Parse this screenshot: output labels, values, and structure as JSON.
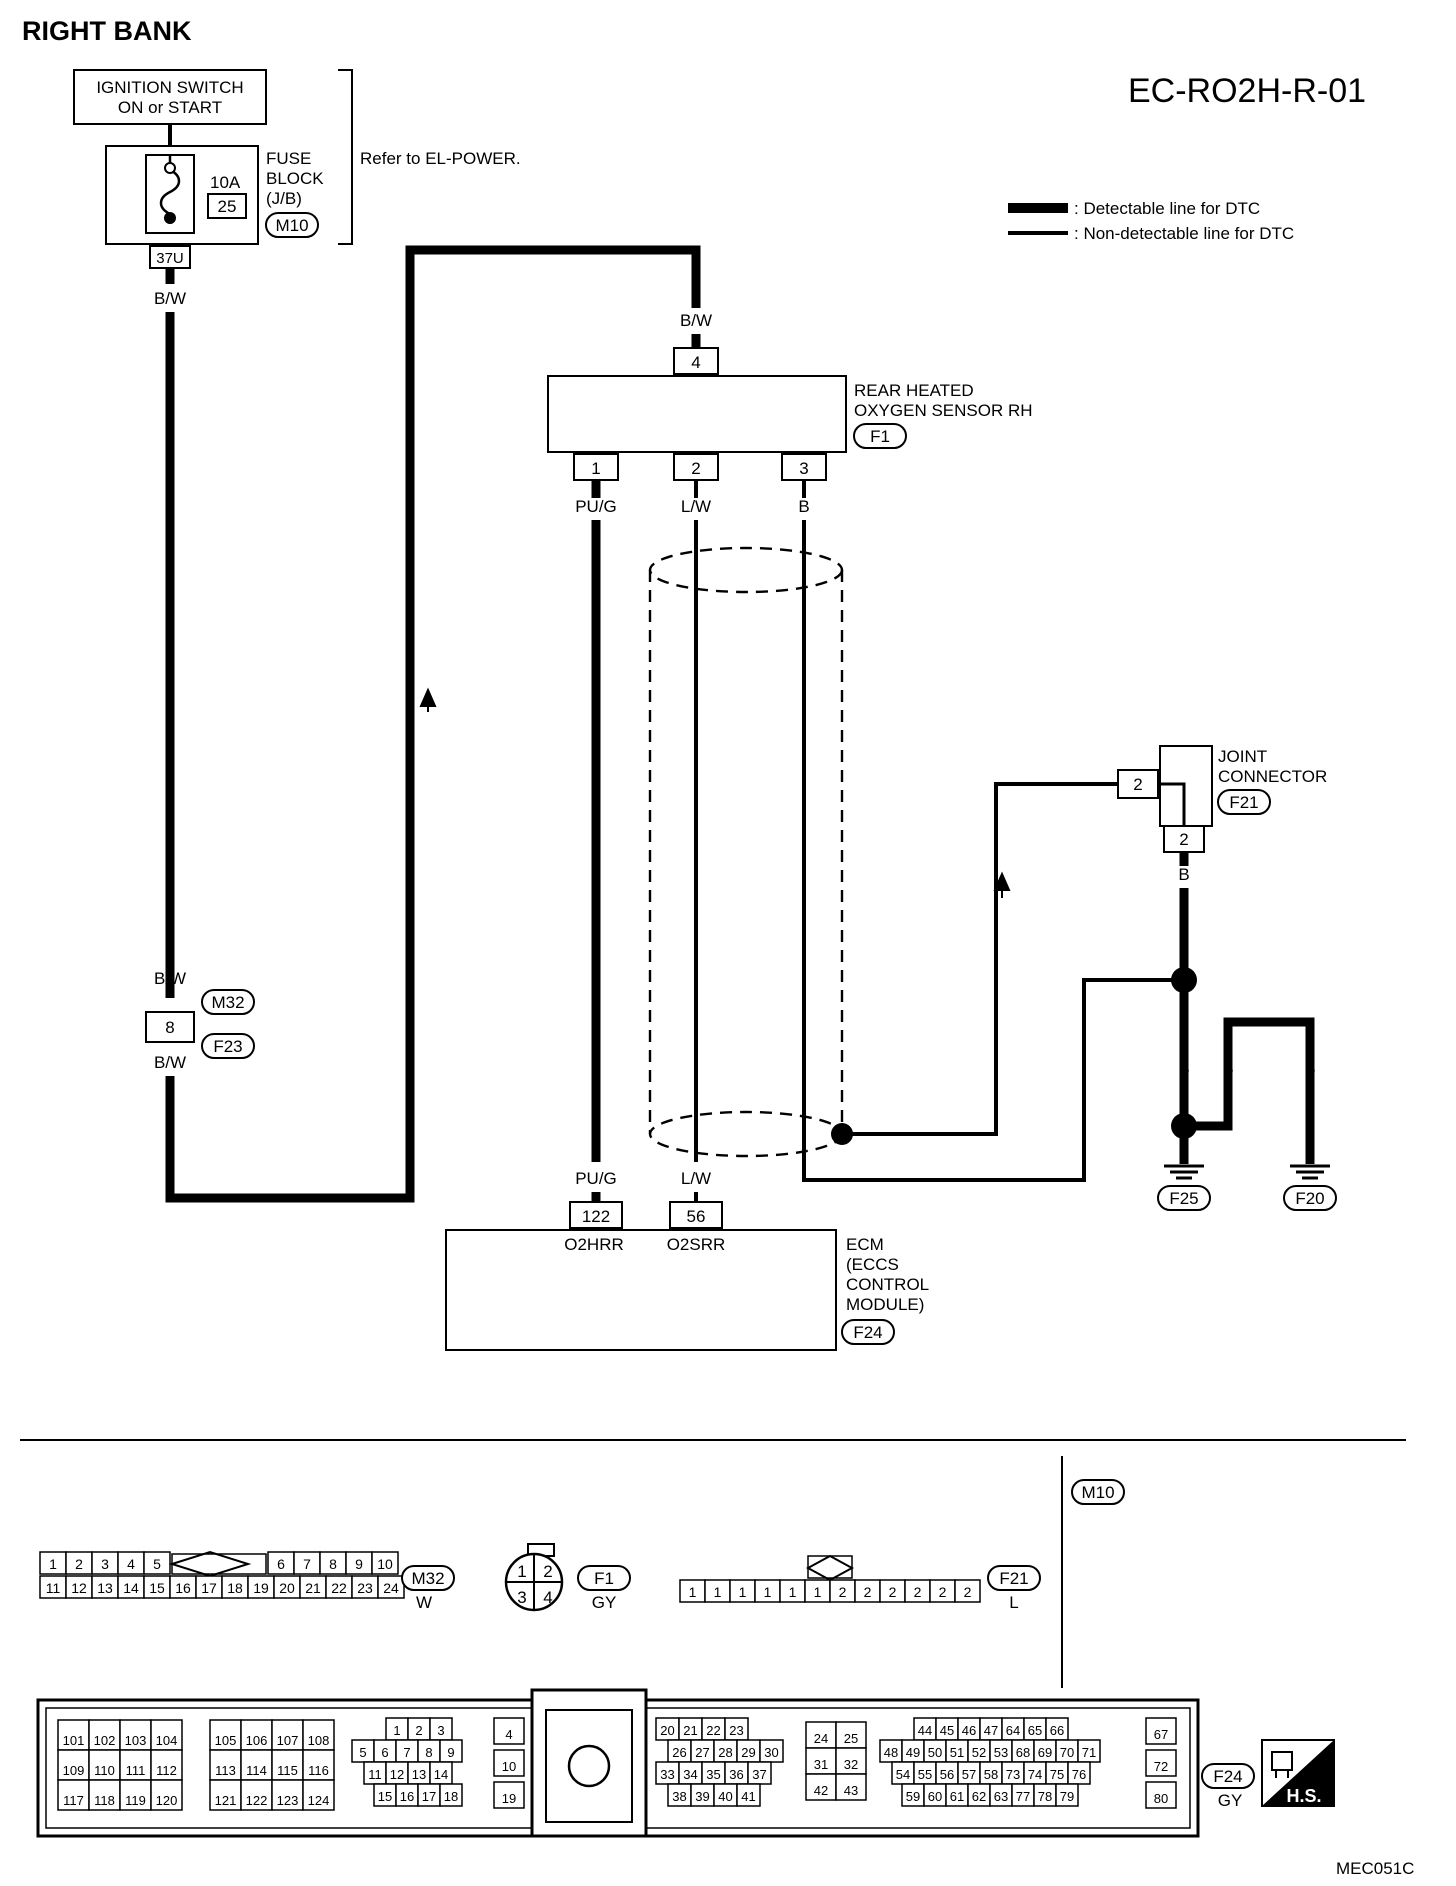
{
  "header": {
    "title": "RIGHT BANK",
    "code": "EC-RO2H-R-01",
    "footer_code": "MEC051C"
  },
  "legend": {
    "detectable": ": Detectable line for DTC",
    "non_detectable": ": Non-detectable line for DTC"
  },
  "power": {
    "ignition_line1": "IGNITION SWITCH",
    "ignition_line2": "ON or START",
    "fuse_amp": "10A",
    "fuse_num": "25",
    "fuse_block_line1": "FUSE",
    "fuse_block_line2": "BLOCK",
    "fuse_block_line3": "(J/B)",
    "fuse_block_conn": "M10",
    "fuse_pin": "37U",
    "refer": "Refer to EL-POWER."
  },
  "wires": {
    "bw": "B/W",
    "pug": "PU/G",
    "lw": "L/W",
    "b": "B"
  },
  "sensor": {
    "name_line1": "REAR HEATED",
    "name_line2": "OXYGEN SENSOR RH",
    "connector": "F1",
    "pin_top": "4",
    "pins_bottom": [
      "1",
      "2",
      "3"
    ]
  },
  "inline_connector": {
    "pin": "8",
    "upper": "M32",
    "lower": "F23"
  },
  "joint_connector": {
    "line1": "JOINT",
    "line2": "CONNECTOR",
    "connector": "F21",
    "pin_left": "2",
    "pin_bottom": "2"
  },
  "grounds": [
    "F25",
    "F20"
  ],
  "ecm": {
    "line1": "ECM",
    "line2": "(ECCS",
    "line3": "CONTROL",
    "line4": "MODULE)",
    "connector": "F24",
    "pin_a": "122",
    "pin_a_label": "O2HRR",
    "pin_b": "56",
    "pin_b_label": "O2SRR"
  },
  "connector_views": {
    "section_label": "M10",
    "m32": {
      "id": "M32",
      "color": "W",
      "top_left": [
        "1",
        "2",
        "3",
        "4",
        "5"
      ],
      "top_right": [
        "6",
        "7",
        "8",
        "9",
        "10"
      ],
      "bottom": [
        "11",
        "12",
        "13",
        "14",
        "15",
        "16",
        "17",
        "18",
        "19",
        "20",
        "21",
        "22",
        "23",
        "24"
      ]
    },
    "f1": {
      "id": "F1",
      "color": "GY",
      "pins": [
        "1",
        "2",
        "3",
        "4"
      ]
    },
    "f21": {
      "id": "F21",
      "color": "L",
      "pins": [
        "1",
        "1",
        "1",
        "1",
        "1",
        "1",
        "2",
        "2",
        "2",
        "2",
        "2",
        "2"
      ]
    },
    "f24": {
      "id": "F24",
      "color": "GY",
      "hs": "H.S.",
      "g1": [
        [
          "101",
          "102",
          "103",
          "104"
        ],
        [
          "109",
          "110",
          "111",
          "112"
        ],
        [
          "117",
          "118",
          "119",
          "120"
        ]
      ],
      "g2": [
        [
          "105",
          "106",
          "107",
          "108"
        ],
        [
          "113",
          "114",
          "115",
          "116"
        ],
        [
          "121",
          "122",
          "123",
          "124"
        ]
      ],
      "g3": [
        [
          "1",
          "2",
          "3"
        ],
        [
          "5",
          "6",
          "7",
          "8",
          "9"
        ],
        [
          "11",
          "12",
          "13",
          "14"
        ],
        [
          "15",
          "16",
          "17",
          "18"
        ]
      ],
      "g4": [
        "4",
        "10",
        "19"
      ],
      "g5": [
        [
          "20",
          "21",
          "22",
          "23"
        ],
        [
          "26",
          "27",
          "28",
          "29",
          "30"
        ],
        [
          "33",
          "34",
          "35",
          "36",
          "37"
        ],
        [
          "38",
          "39",
          "40",
          "41"
        ]
      ],
      "g6": [
        [
          "24",
          "25"
        ],
        [
          "31",
          "32"
        ],
        [
          "42",
          "43"
        ]
      ],
      "g7": [
        [
          "44",
          "45",
          "46",
          "47",
          "64",
          "65",
          "66"
        ],
        [
          "48",
          "49",
          "50",
          "51",
          "52",
          "53",
          "68",
          "69",
          "70",
          "71"
        ],
        [
          "54",
          "55",
          "56",
          "57",
          "58",
          "73",
          "74",
          "75",
          "76"
        ],
        [
          "59",
          "60",
          "61",
          "62",
          "63",
          "77",
          "78",
          "79"
        ]
      ],
      "g8": [
        "67",
        "72",
        "80"
      ]
    }
  }
}
